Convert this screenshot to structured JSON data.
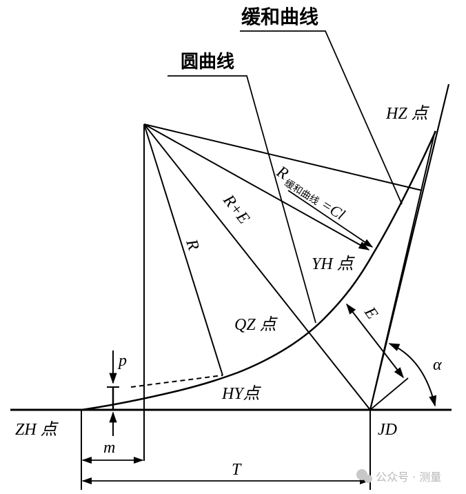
{
  "diagram": {
    "title_labels": {
      "transition_curve": "缓和曲线",
      "circular_curve": "圆曲线"
    },
    "points": {
      "ZH": "ZH 点",
      "HY": "HY点",
      "QZ": "QZ 点",
      "YH": "YH 点",
      "HZ": "HZ 点",
      "JD": "JD"
    },
    "dimensions": {
      "R": "R",
      "R_plus_E": "R+E",
      "E": "E",
      "p": "p",
      "m": "m",
      "T": "T",
      "alpha": "α"
    },
    "formula": {
      "R_symbol": "R",
      "subscript": "缓和曲线",
      "rhs": "=Cl"
    },
    "colors": {
      "line": "#000000",
      "background": "#ffffff",
      "watermark": "#b8b8b8"
    }
  },
  "watermark": {
    "text": "公众号 · 测量"
  }
}
